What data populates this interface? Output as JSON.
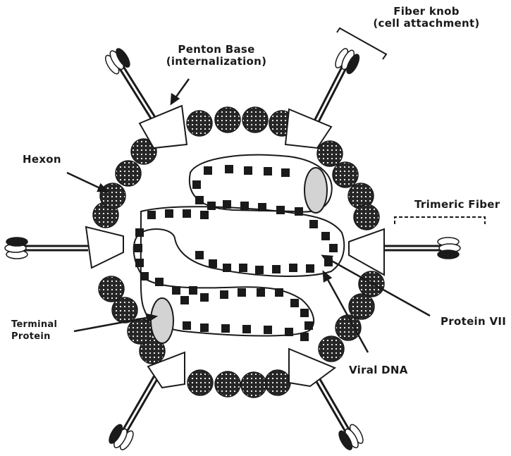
{
  "labels": {
    "fiber_knob_line1": "Fiber knob",
    "fiber_knob_line2": "(cell attachment)",
    "penton_line1": "Penton Base",
    "penton_line2": "(internalization)",
    "hexon": "Hexon",
    "trimeric_fiber": "Trimeric Fiber",
    "protein_vii": "Protein VII",
    "terminal_line1": "Terminal",
    "terminal_line2": "Protein",
    "viral_dna": "Viral DNA"
  },
  "colors": {
    "ink": "#1a1a1a",
    "hexon_fill": "#262626",
    "terminal_protein_fill": "#d3d3d3",
    "background": "#ffffff"
  }
}
